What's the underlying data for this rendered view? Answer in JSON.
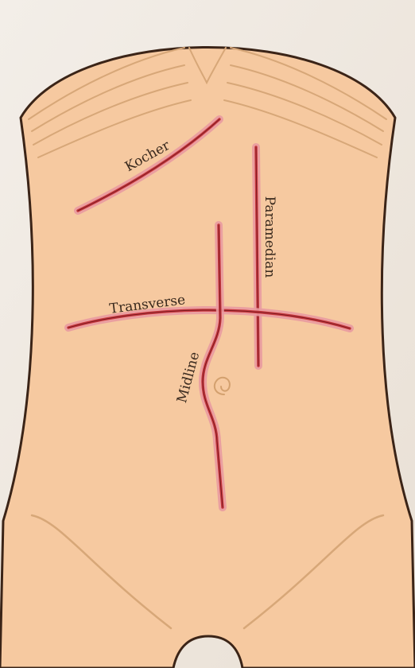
{
  "colors": {
    "background": "#efe8df",
    "skin": "#f6c9a0",
    "outline": "#3b2417",
    "crease": "#d7a778",
    "incision_core": "#c9383f",
    "incision_glow": "#e99aa0",
    "label": "#3a2a1e"
  },
  "incisions": {
    "kocher": {
      "label": "Kocher"
    },
    "paramedian": {
      "label": "Paramedian"
    },
    "transverse": {
      "label": "Transverse"
    },
    "midline": {
      "label": "Midline"
    }
  }
}
